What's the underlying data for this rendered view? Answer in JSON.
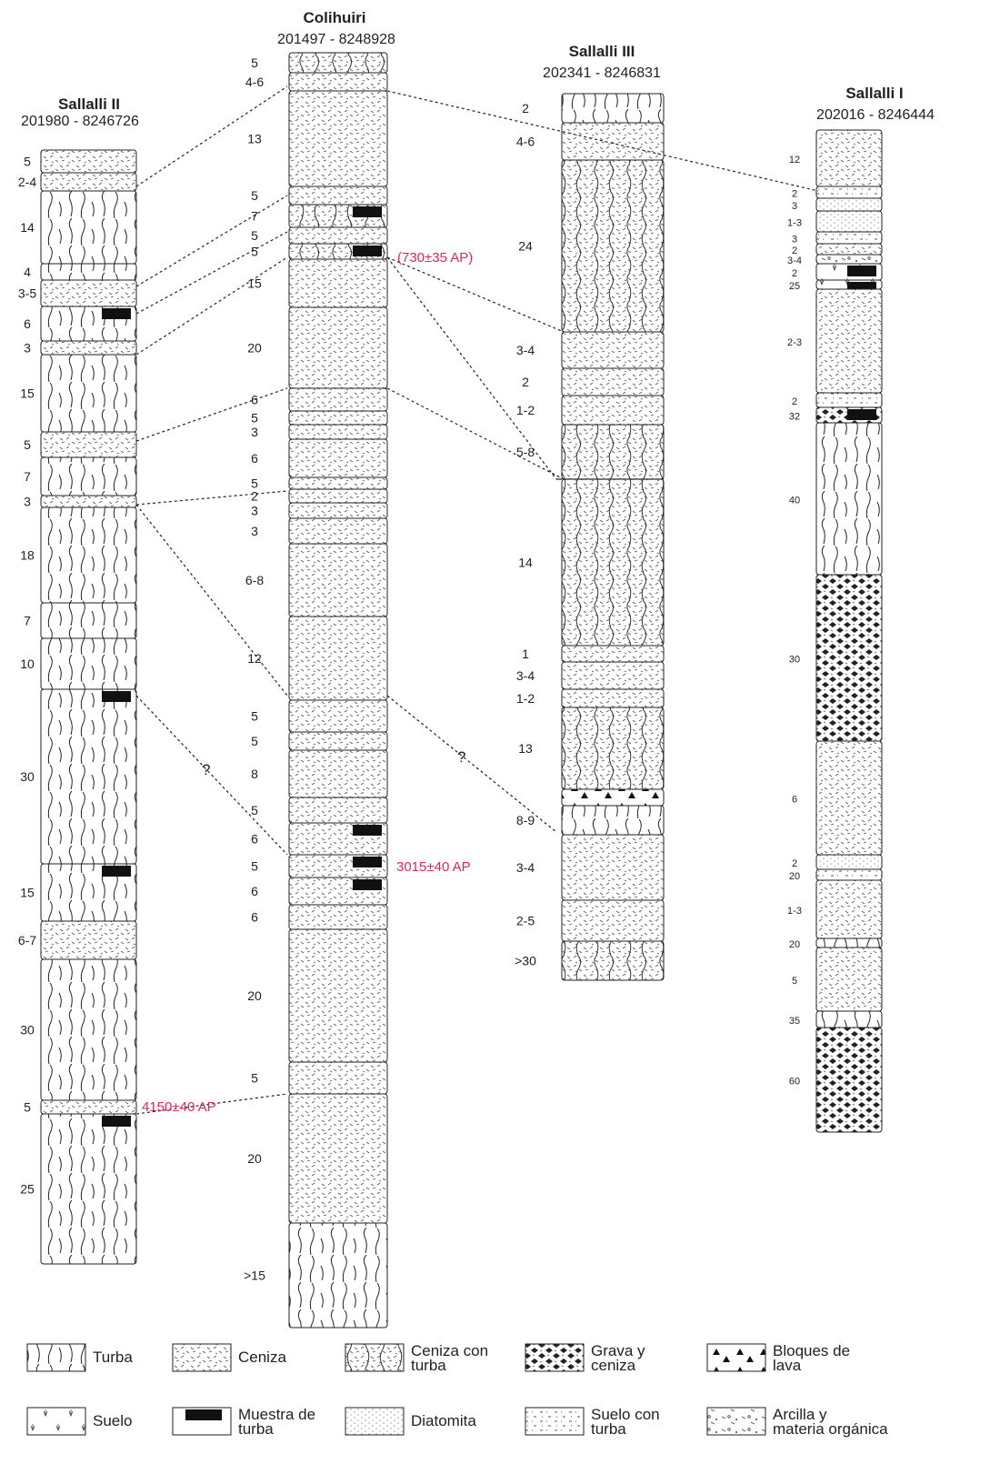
{
  "legend": [
    {
      "key": "turba",
      "label": "Turba"
    },
    {
      "key": "ceniza",
      "label": "Ceniza"
    },
    {
      "key": "ceniza_turba",
      "label": "Ceniza con turba"
    },
    {
      "key": "grava",
      "label": "Grava y ceniza"
    },
    {
      "key": "bloques",
      "label": "Bloques de lava"
    },
    {
      "key": "suelo",
      "label": "Suelo"
    },
    {
      "key": "muestra",
      "label": "Muestra de turba"
    },
    {
      "key": "diatomita",
      "label": "Diatomita"
    },
    {
      "key": "suelo_turba",
      "label": "Suelo con turba"
    },
    {
      "key": "arcilla",
      "label": "Arcilla y materia orgánica"
    }
  ],
  "sections": [
    {
      "id": "sallalli-ii",
      "title": "Sallalli II",
      "coords": "201980 - 8246726",
      "layers": [
        {
          "t": "5",
          "f": "ceniza"
        },
        {
          "t": "2-4",
          "f": "ceniza"
        },
        {
          "t": "14",
          "f": "turba"
        },
        {
          "t": "4",
          "f": "turba"
        },
        {
          "t": "3-5",
          "f": "ceniza"
        },
        {
          "t": "6",
          "f": "turba",
          "s": 1
        },
        {
          "t": "3",
          "f": "ceniza"
        },
        {
          "t": "15",
          "f": "turba"
        },
        {
          "t": "5",
          "f": "ceniza"
        },
        {
          "t": "7",
          "f": "turba"
        },
        {
          "t": "3",
          "f": "ceniza"
        },
        {
          "t": "18",
          "f": "turba"
        },
        {
          "t": "7",
          "f": "turba"
        },
        {
          "t": "10",
          "f": "turba"
        },
        {
          "t": "30",
          "f": "turba",
          "s": 1
        },
        {
          "t": "15",
          "f": "turba",
          "s": 1
        },
        {
          "t": "6-7",
          "f": "ceniza"
        },
        {
          "t": "30",
          "f": "turba"
        },
        {
          "t": "5",
          "f": "ceniza"
        },
        {
          "t": "25",
          "f": "turba",
          "s": 1
        }
      ]
    },
    {
      "id": "colihuiri",
      "title": "Colihuiri",
      "coords": "201497 - 8248928",
      "layers": [
        {
          "t": "5",
          "f": "ceniza_turba"
        },
        {
          "t": "4-6",
          "f": "ceniza"
        },
        {
          "t": "13",
          "f": "ceniza"
        },
        {
          "t": "5",
          "f": "ceniza"
        },
        {
          "t": "7",
          "f": "ceniza_turba",
          "s": 1
        },
        {
          "t": "5",
          "f": "ceniza"
        },
        {
          "t": "5",
          "f": "ceniza_turba",
          "s": 1
        },
        {
          "t": "15",
          "f": "ceniza"
        },
        {
          "t": "20",
          "f": "ceniza"
        },
        {
          "t": "6",
          "f": "ceniza"
        },
        {
          "t": "5",
          "f": "ceniza"
        },
        {
          "t": "3",
          "f": "ceniza"
        },
        {
          "t": "6",
          "f": "ceniza"
        },
        {
          "t": "5",
          "f": "ceniza"
        },
        {
          "t": "2",
          "f": "ceniza"
        },
        {
          "t": "3",
          "f": "ceniza"
        },
        {
          "t": "3",
          "f": "ceniza"
        },
        {
          "t": "6-8",
          "f": "ceniza"
        },
        {
          "t": "12",
          "f": "ceniza"
        },
        {
          "t": "5",
          "f": "ceniza"
        },
        {
          "t": "5",
          "f": "ceniza"
        },
        {
          "t": "8",
          "f": "ceniza"
        },
        {
          "t": "5",
          "f": "ceniza"
        },
        {
          "t": "6",
          "f": "ceniza",
          "s": 1
        },
        {
          "t": "5",
          "f": "ceniza",
          "s": 1
        },
        {
          "t": "6",
          "f": "ceniza",
          "s": 1
        },
        {
          "t": "6",
          "f": "ceniza"
        },
        {
          "t": "20",
          "f": "ceniza"
        },
        {
          "t": "5",
          "f": "ceniza"
        },
        {
          "t": "20",
          "f": "ceniza"
        },
        {
          "t": ">15",
          "f": "turba"
        }
      ]
    },
    {
      "id": "sallalli-iii",
      "title": "Sallalli III",
      "coords": "202341 - 8246831",
      "layers": [
        {
          "t": "2",
          "f": "turba"
        },
        {
          "t": "4-6",
          "f": "ceniza"
        },
        {
          "t": "24",
          "f": "ceniza_turba"
        },
        {
          "t": "3-4",
          "f": "ceniza"
        },
        {
          "t": "2",
          "f": "ceniza"
        },
        {
          "t": "1-2",
          "f": "ceniza"
        },
        {
          "t": "5-8",
          "f": "ceniza_turba"
        },
        {
          "t": "14",
          "f": "ceniza_turba"
        },
        {
          "t": "1",
          "f": "ceniza"
        },
        {
          "t": "3-4",
          "f": "ceniza"
        },
        {
          "t": "1-2",
          "f": "ceniza"
        },
        {
          "t": "13",
          "f": "ceniza_turba"
        },
        {
          "t": "",
          "f": "bloques"
        },
        {
          "t": "8-9",
          "f": "turba"
        },
        {
          "t": "3-4",
          "f": "ceniza"
        },
        {
          "t": "2-5",
          "f": "ceniza"
        },
        {
          "t": ">30",
          "f": "ceniza_turba"
        }
      ]
    },
    {
      "id": "sallalli-i",
      "title": "Sallalli I",
      "coords": "202016 - 8246444",
      "layers": [
        {
          "t": "12",
          "f": "ceniza"
        },
        {
          "t": "2",
          "f": "suelo_turba"
        },
        {
          "t": "3",
          "f": "diatomita"
        },
        {
          "t": "1-3",
          "f": "diatomita"
        },
        {
          "t": "3",
          "f": "suelo_turba"
        },
        {
          "t": "2",
          "f": "ceniza"
        },
        {
          "t": "3-4",
          "f": "arcilla"
        },
        {
          "t": "2",
          "f": "suelo",
          "s": 1
        },
        {
          "t": "25",
          "f": "suelo",
          "s": 1
        },
        {
          "t": "2-3",
          "f": "ceniza"
        },
        {
          "t": "2",
          "f": "suelo_turba"
        },
        {
          "t": "32",
          "f": "grava",
          "s": 1
        },
        {
          "t": "40",
          "f": "turba"
        },
        {
          "t": "30",
          "f": "grava"
        },
        {
          "t": "6",
          "f": "ceniza"
        },
        {
          "t": "2",
          "f": "diatomita"
        },
        {
          "t": "20",
          "f": "suelo_turba"
        },
        {
          "t": "1-3",
          "f": "ceniza"
        },
        {
          "t": "20",
          "f": "turba"
        },
        {
          "t": "5",
          "f": "ceniza"
        },
        {
          "t": "35",
          "f": "turba"
        },
        {
          "t": "60",
          "f": "grava"
        }
      ]
    }
  ],
  "dates": {
    "d1": "(730±35 AP)",
    "d2": "3015±40 AP",
    "d3": "4150±40 AP"
  },
  "uncertain_mark": "?"
}
